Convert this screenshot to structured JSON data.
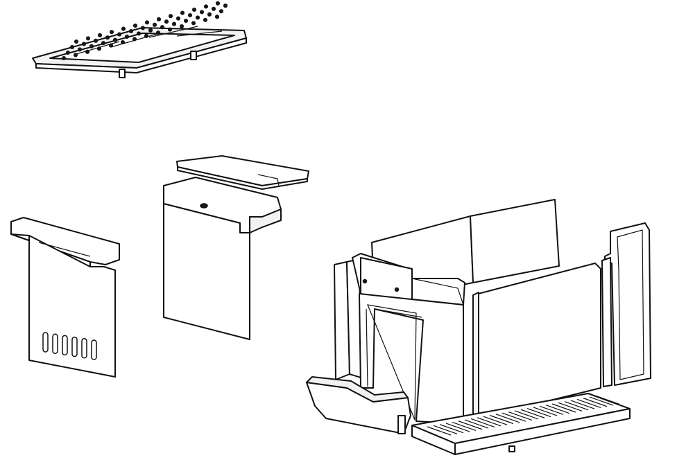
{
  "diagram": {
    "type": "exploded-view",
    "colors": {
      "line": "#111111",
      "fill": "#ffffff",
      "shade": "#f2f2f2"
    },
    "parts": [
      {
        "id": "top-grate",
        "shape": "perforated-grate"
      },
      {
        "id": "baffle-plate",
        "shape": "flat-plate"
      },
      {
        "id": "back-panel",
        "shape": "panel-with-notch"
      },
      {
        "id": "left-panel",
        "shape": "panel-with-slots",
        "slot_count": 6
      },
      {
        "id": "firebox-assembly",
        "shape": "box-with-door-frame"
      },
      {
        "id": "ash-tray",
        "shape": "tray"
      },
      {
        "id": "side-frame",
        "shape": "frame"
      },
      {
        "id": "bottom-grate",
        "shape": "slotted-grate"
      }
    ]
  }
}
